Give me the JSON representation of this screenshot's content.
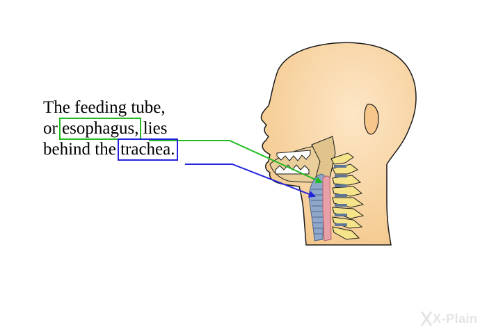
{
  "caption": {
    "line1": "The feeding tube,",
    "line2_prefix": "or ",
    "line2_term": "esophagus,",
    "line2_suffix": " lies",
    "line3_prefix": "behind the ",
    "line3_term": "trachea."
  },
  "brand": {
    "logo_text": "X-Plain"
  },
  "colors": {
    "esophagus_callout": "#22bb22",
    "trachea_callout": "#2222dd",
    "skin": "#fad7a0",
    "spine": "#f5e48a",
    "trachea": "#8fa7c9",
    "esophagus": "#e8a0a8"
  }
}
